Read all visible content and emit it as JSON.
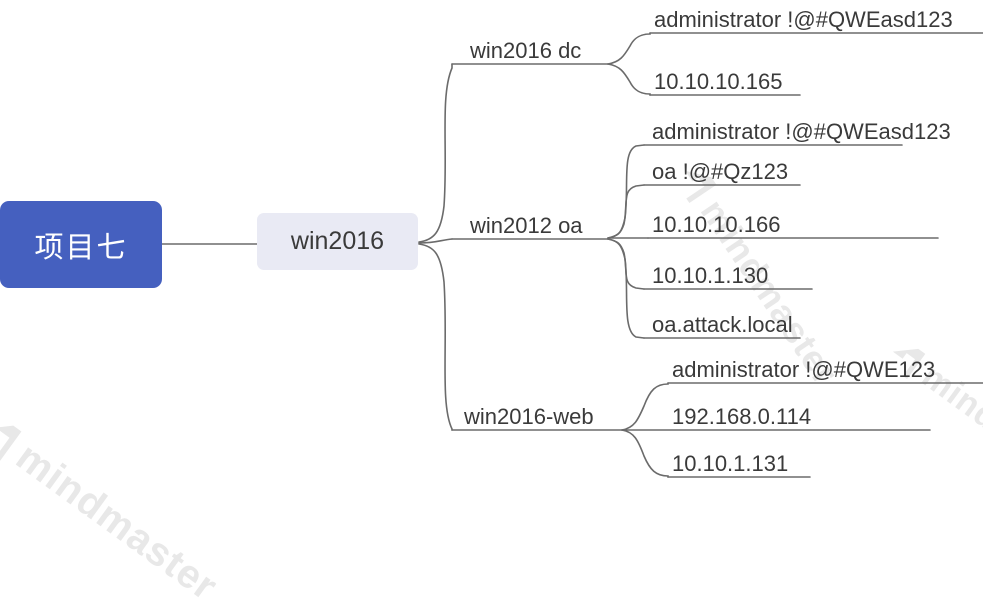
{
  "watermark": {
    "text": "mindmaster",
    "color": "#e8e8e8"
  },
  "colors": {
    "root_fill": "#4560bf",
    "root_text": "#ffffff",
    "level1_fill": "#e9eaf4",
    "node_text": "#3a3a3a",
    "connector": "#6b6b6b",
    "background": "#ffffff"
  },
  "mindmap": {
    "root": {
      "label": "项目七"
    },
    "level1": {
      "label": "win2016"
    },
    "branches": [
      {
        "label": "win2016 dc",
        "children": [
          {
            "label": "administrator !@#QWEasd123"
          },
          {
            "label": "10.10.10.165"
          }
        ]
      },
      {
        "label": "win2012 oa",
        "children": [
          {
            "label": "administrator !@#QWEasd123"
          },
          {
            "label": "oa !@#Qz123"
          },
          {
            "label": "10.10.10.166"
          },
          {
            "label": "10.10.1.130"
          },
          {
            "label": "oa.attack.local"
          }
        ]
      },
      {
        "label": "win2016-web",
        "children": [
          {
            "label": "administrator !@#QWE123"
          },
          {
            "label": "192.168.0.114"
          },
          {
            "label": "10.10.1.131"
          }
        ]
      }
    ]
  }
}
